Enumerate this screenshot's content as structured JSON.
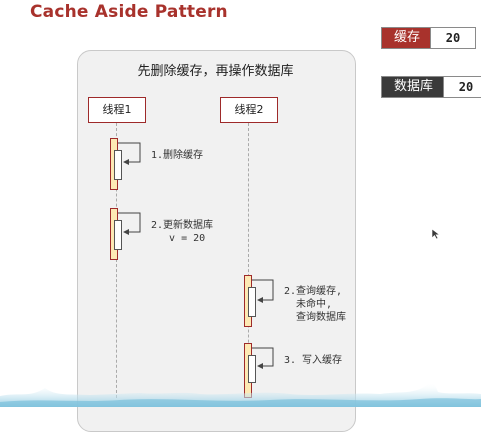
{
  "title": "Cache Aside Pattern",
  "badges": {
    "cache": {
      "label": "缓存",
      "value": "20",
      "color": "#a8322c"
    },
    "db": {
      "label": "数据库",
      "value": "20",
      "color": "#3a3a3a"
    }
  },
  "diagram": {
    "heading": "先删除缓存，再操作数据库",
    "actors": [
      "线程1",
      "线程2"
    ],
    "steps": [
      {
        "text": "1.删除缓存"
      },
      {
        "text": "2.更新数据库\n   v = 20"
      },
      {
        "text": "2.查询缓存,\n  未命中,\n  查询数据库"
      },
      {
        "text": "3. 写入缓存"
      }
    ]
  },
  "colors": {
    "accent": "#a8322c",
    "activation_fill": "#fde9b4",
    "water": "#9dd4e8"
  },
  "icons": [
    "cursor-arrow-icon",
    "self-loop-arrow-icon"
  ]
}
